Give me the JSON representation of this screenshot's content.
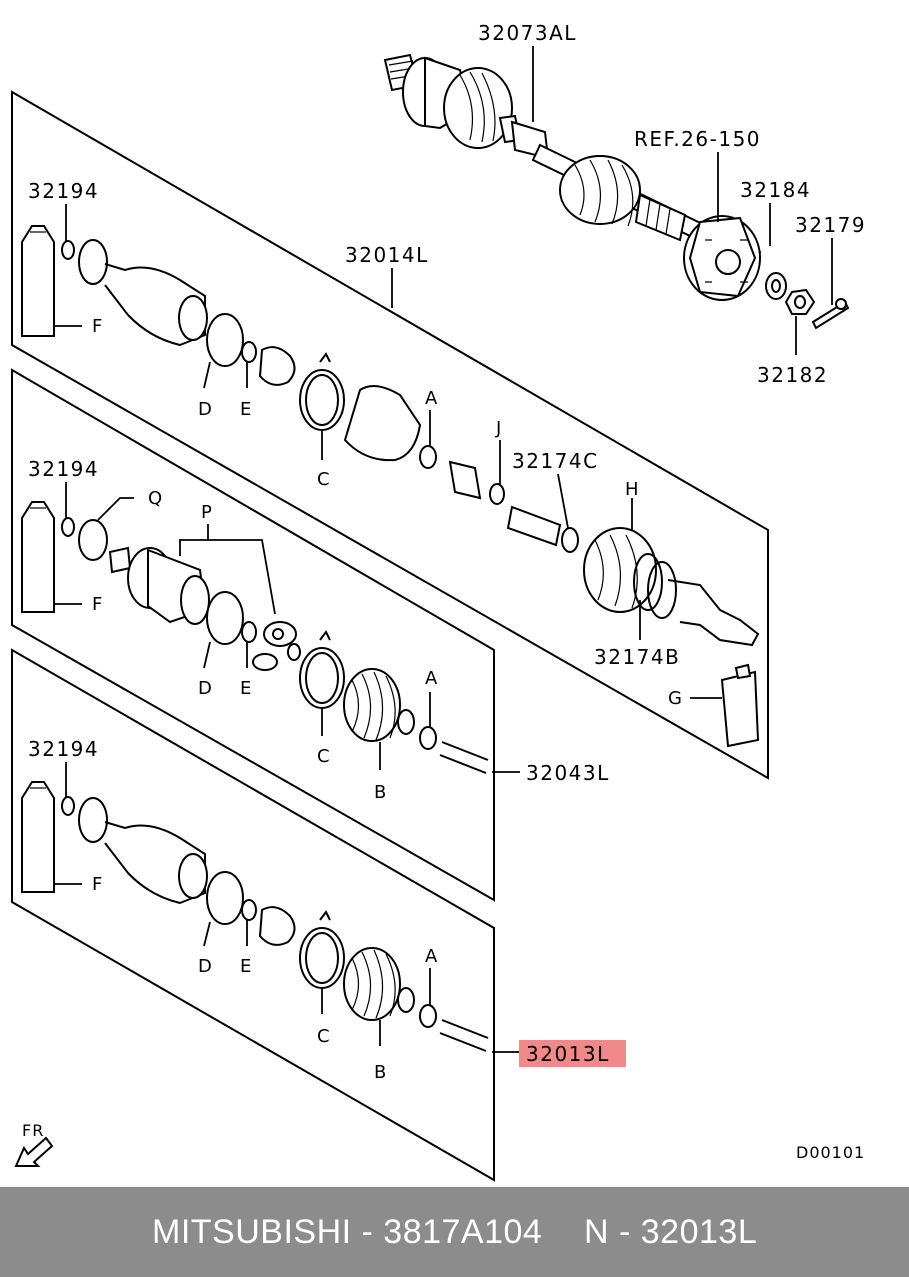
{
  "labels": {
    "assy": "32073AL",
    "ref": "REF.26-150",
    "p32184": "32184",
    "p32179": "32179",
    "p32182": "32182",
    "kit1": "32014L",
    "kit2": "32043L",
    "kit3": "32013L",
    "p32194": "32194",
    "p32174C": "32174C",
    "p32174B": "32174B",
    "F": "F",
    "D": "D",
    "E": "E",
    "C": "C",
    "A": "A",
    "J": "J",
    "H": "H",
    "G": "G",
    "Q": "Q",
    "P": "P",
    "B": "B",
    "fr": "FR",
    "code": "D00101"
  },
  "highlight_color": "#f08a8a",
  "footer": {
    "brand": "MITSUBISHI - 3817A104",
    "number": "N - 32013L"
  }
}
